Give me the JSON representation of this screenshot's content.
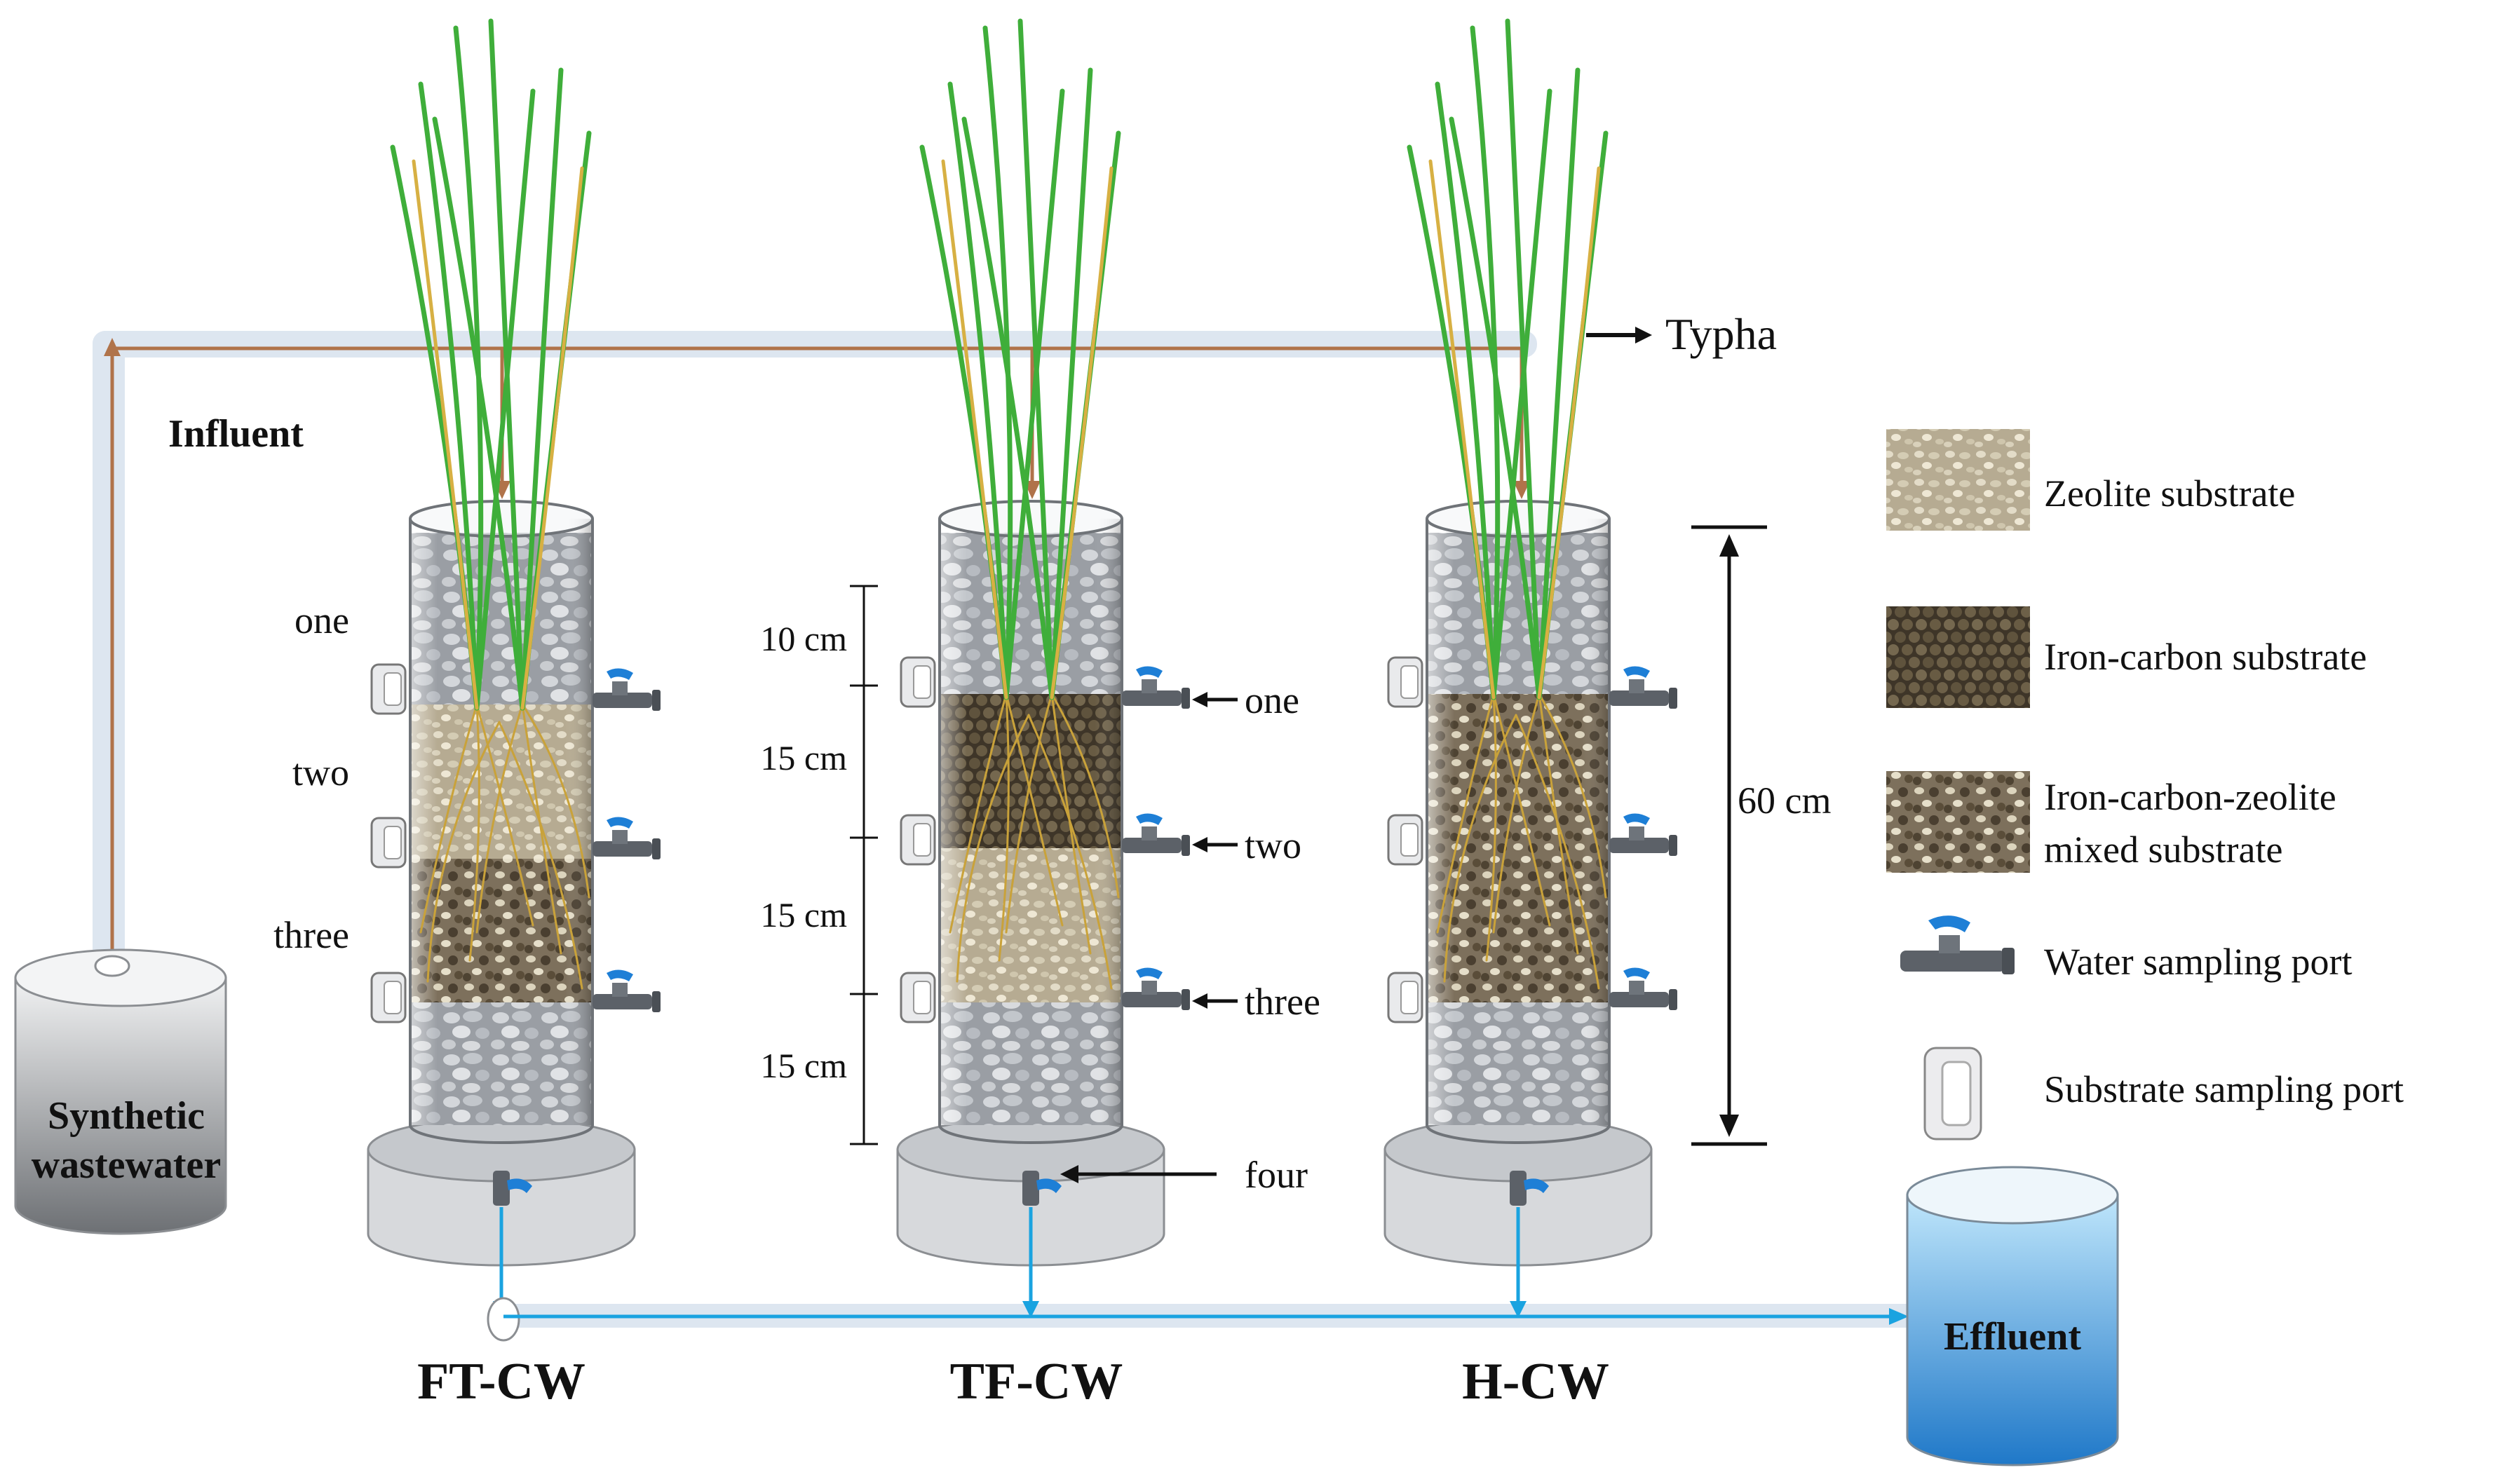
{
  "labels": {
    "influent": "Influent",
    "typha": "Typha",
    "synthetic_line1": "Synthetic",
    "synthetic_line2": "wastewater",
    "effluent": "Effluent"
  },
  "columns": [
    {
      "name": "FT-CW"
    },
    {
      "name": "TF-CW"
    },
    {
      "name": "H-CW"
    }
  ],
  "port_labels_left": [
    "one",
    "two",
    "three"
  ],
  "port_labels_right": [
    "one",
    "two",
    "three",
    "four"
  ],
  "dimensions": {
    "segments": [
      "10 cm",
      "15 cm",
      "15 cm",
      "15 cm"
    ],
    "total": "60 cm"
  },
  "legend": [
    {
      "label": "Zeolite substrate"
    },
    {
      "label": "Iron-carbon substrate"
    },
    {
      "label_line1": "Iron-carbon-zeolite",
      "label_line2": "mixed substrate"
    },
    {
      "label": "Water sampling port"
    },
    {
      "label": "Substrate sampling port"
    }
  ],
  "colors": {
    "influent_pipe": "#b0734a",
    "pipe_sleeve": "#dde6f0",
    "effluent_pipe": "#1aa3e0",
    "leaf_green": "#3fae3a",
    "root_gold": "#c9a23a",
    "port_blue": "#1e7fd6"
  }
}
